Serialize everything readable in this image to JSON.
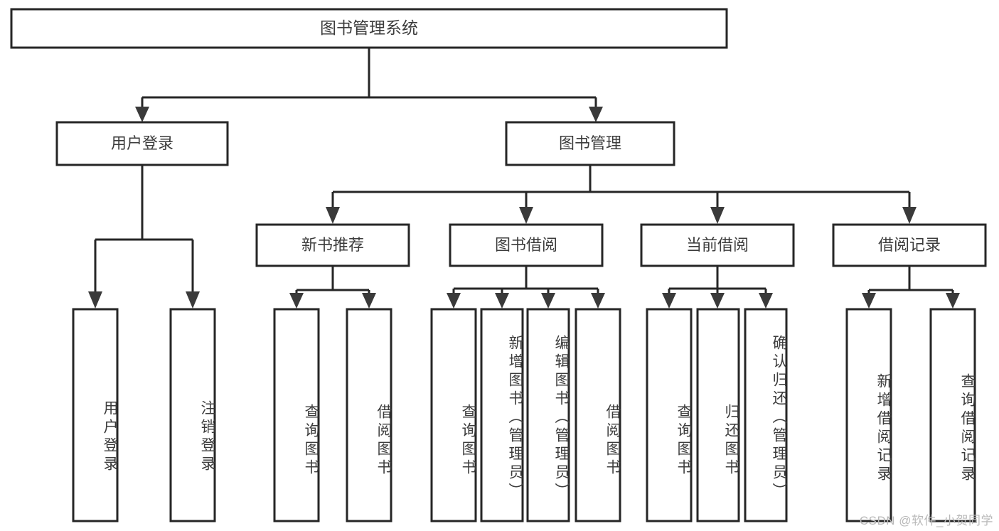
{
  "diagram": {
    "type": "tree-hierarchy",
    "title": "图书管理系统",
    "watermark": "CSDN @软件_小贺同学",
    "colors": {
      "background": "#ffffff",
      "box_stroke": "#262626",
      "box_fill": "#ffffff",
      "text": "#3c3c3c",
      "arrow": "#3a3a3a",
      "watermark": "#b9b9b9"
    },
    "root": {
      "label": "图书管理系统"
    },
    "level2": [
      {
        "label": "用户登录"
      },
      {
        "label": "图书管理"
      }
    ],
    "level3": [
      {
        "label": "新书推荐"
      },
      {
        "label": "图书借阅"
      },
      {
        "label": "当前借阅"
      },
      {
        "label": "借阅记录"
      }
    ],
    "leaves": {
      "user_login": [
        {
          "label": "用户登录"
        },
        {
          "label": "注销登录"
        }
      ],
      "new_book": [
        {
          "label": "查询图书"
        },
        {
          "label": "借阅图书"
        }
      ],
      "book_borrow": [
        {
          "label": "查询图书"
        },
        {
          "label": "新增图书（管理员）"
        },
        {
          "label": "编辑图书（管理员）"
        },
        {
          "label": "借阅图书"
        }
      ],
      "current_borrow": [
        {
          "label": "查询图书"
        },
        {
          "label": "归还图书"
        },
        {
          "label": "确认归还（管理员）"
        }
      ],
      "borrow_record": [
        {
          "label": "新增借阅记录"
        },
        {
          "label": "查询借阅记录"
        }
      ]
    }
  }
}
